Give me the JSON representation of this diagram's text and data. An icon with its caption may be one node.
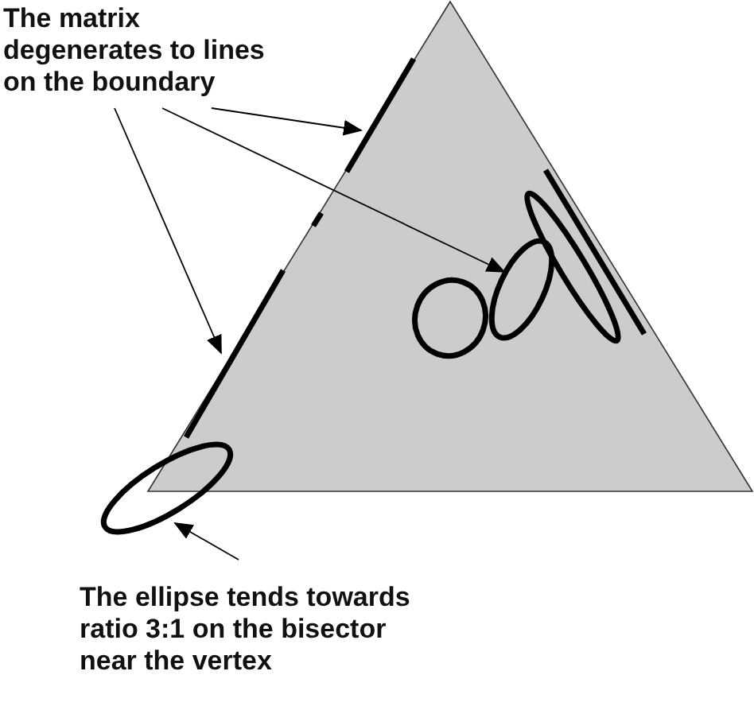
{
  "diagram": {
    "nodes": [
      {
        "text": [
          "The matrix degenerates to lines on the boundary"
        ]
      },
      {
        "text": [],
        "shape": "line"
      },
      {
        "text": [],
        "shape": "line"
      },
      {
        "text": [],
        "shape": "ellipse"
      },
      {
        "text": [],
        "shape": "ellipse"
      },
      {
        "text": [],
        "shape": "ellipse"
      },
      {
        "text": [],
        "shape": "line"
      },
      {
        "text": [],
        "shape": "ellipse"
      },
      {
        "text": [
          "The ellipse tends towards ratio 3:1 on the bisector near the vertex"
        ]
      }
    ],
    "edges": [
      {
        "from": 0,
        "to": 1,
        "arrow": "to"
      },
      {
        "from": 0,
        "to": 4,
        "arrow": "to"
      },
      {
        "from": 0,
        "to": 2,
        "arrow": "to"
      },
      {
        "from": 8,
        "to": 7,
        "arrow": "to"
      }
    ]
  }
}
